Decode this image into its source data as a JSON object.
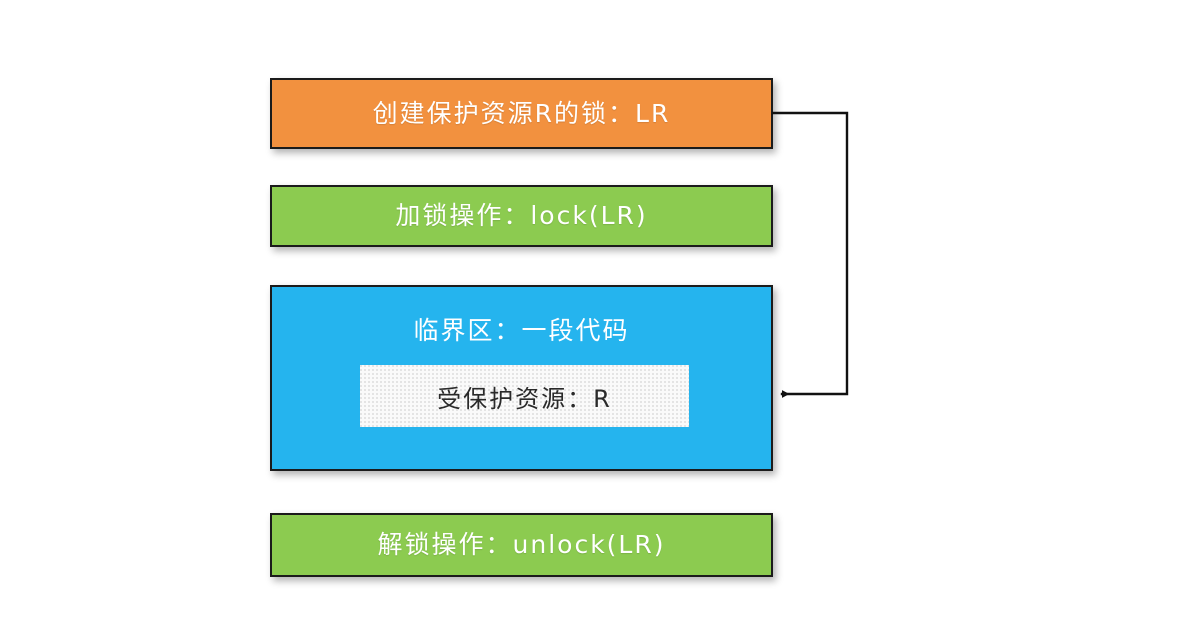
{
  "diagram": {
    "title": "lock-critical-section-flow",
    "background_color": "#ffffff",
    "boxes": {
      "create_lock": {
        "label": "创建保护资源R的锁：LR",
        "color": "#F2913F",
        "text_color": "#ffffff"
      },
      "lock_operation": {
        "label": "加锁操作：lock(LR)",
        "color": "#8CCB50",
        "text_color": "#ffffff"
      },
      "critical_section": {
        "label": "临界区：一段代码",
        "color": "#25B4EE",
        "text_color": "#ffffff"
      },
      "protected_resource": {
        "label": "受保护资源：R",
        "color": "#fafafa",
        "text_color": "#2a2a2a"
      },
      "unlock_operation": {
        "label": "解锁操作：unlock(LR)",
        "color": "#8CCB50",
        "text_color": "#ffffff"
      }
    },
    "connector": {
      "name": "lock-protects-resource-arrow",
      "from": "创建保护资源R的锁：LR",
      "to": "受保护资源：R",
      "color": "#111111",
      "arrowhead": "left"
    },
    "border_color": "#1b1b1b"
  }
}
